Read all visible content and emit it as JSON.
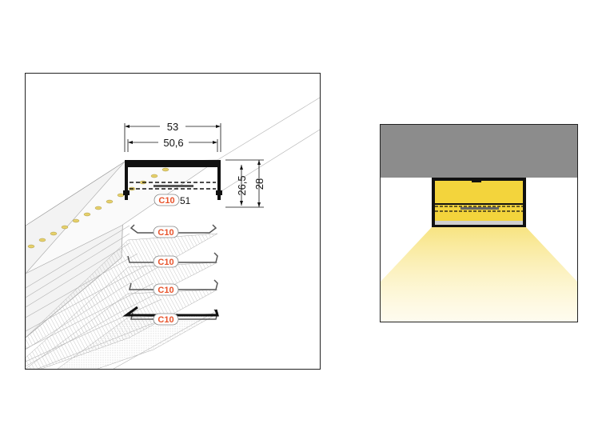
{
  "dimensions": {
    "outer_width": "53",
    "inner_width": "50,6",
    "inner_height": "26,5",
    "outer_height": "28",
    "side_number": "51"
  },
  "cover_tags": [
    "C10",
    "C10",
    "C10",
    "C10",
    "C10"
  ],
  "colors": {
    "led_yellow": "#f3d43c",
    "ceiling_gray": "#8c8c8c",
    "tag_orange": "#e8532b",
    "profile_black": "#111111"
  }
}
